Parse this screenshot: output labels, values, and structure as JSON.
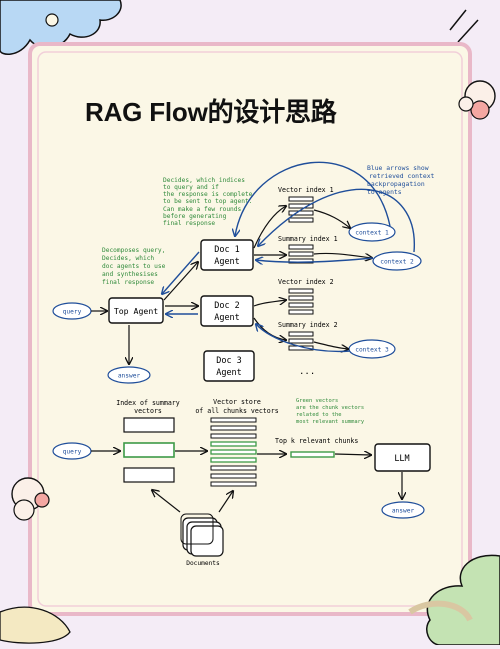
{
  "title": "RAG Flow的设计思路",
  "colors": {
    "background": "#f4ecf6",
    "panel": "#fbf7e6",
    "panel_border": "#e9b8c8",
    "ink": "#111111",
    "blue_arrow": "#1f4e9a",
    "blue_note": "#1f4e9a",
    "green_note": "#2f8a3a",
    "green_vector": "#3d9a47",
    "cloud_blue": "#b8d8f4",
    "cloud_green": "#c4e3b3"
  },
  "notes": {
    "top_agent_note_lines": [
      "Decides, which indices",
      "to query and if",
      "the response is complete",
      "to be sent to top agent.",
      "Can make a few rounds",
      "before generating",
      "final response"
    ],
    "decompose_note_lines": [
      "Decomposes query,",
      "Decides, which",
      "doc agents to use",
      "and synthesises",
      "final response"
    ],
    "blue_arrows_note_lines": [
      "Blue arrows show",
      "retrieved context",
      "backpropagation",
      "to agents"
    ],
    "green_vectors_note_lines": [
      "Green vectors",
      "are the chunk vectors",
      "related to the",
      "most relevant summary"
    ]
  },
  "agents": {
    "doc1_lines": [
      "Doc 1",
      "Agent"
    ],
    "doc2_lines": [
      "Doc 2",
      "Agent"
    ],
    "doc3_lines": [
      "Doc 3",
      "Agent"
    ],
    "top_agent": "Top Agent"
  },
  "indices": {
    "vector_index_1": "Vector index 1",
    "summary_index_1": "Summary index 1",
    "vector_index_2": "Vector index 2",
    "summary_index_2": "Summary index 2",
    "ellipsis": "..."
  },
  "contexts": {
    "context1": "context 1",
    "context2": "context 2",
    "context3": "context 3"
  },
  "ovals": {
    "query_top": "query",
    "answer_top": "answer",
    "query_bottom": "query",
    "answer_bottom": "answer"
  },
  "bottom": {
    "summary_vectors_label_lines": [
      "Index of summary",
      "vectors"
    ],
    "vector_store_label_lines": [
      "Vector store",
      "of all chunks vectors"
    ],
    "topk_label": "Top k relevant chunks",
    "llm": "LLM",
    "documents": "Documents"
  }
}
